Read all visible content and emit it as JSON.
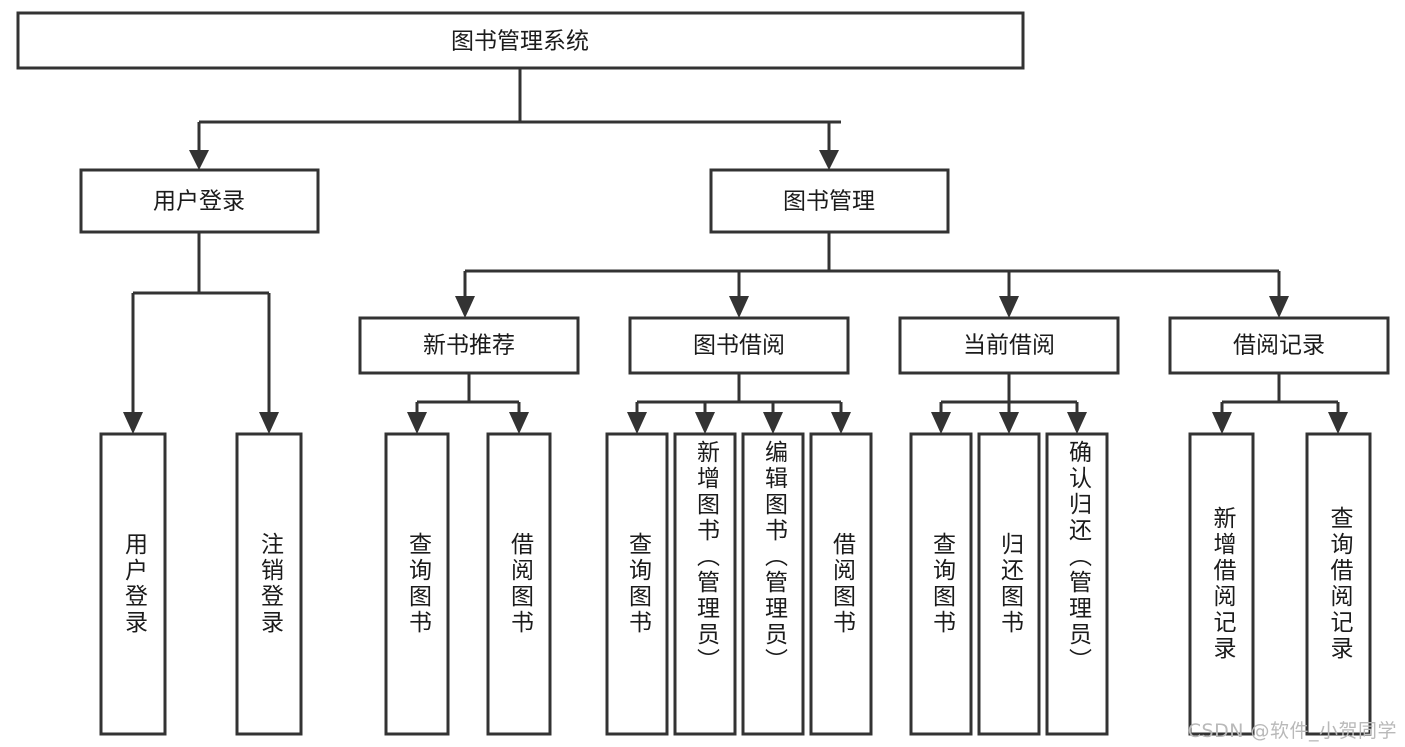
{
  "diagram": {
    "title": "图书管理系统",
    "type": "tree-hierarchy-chart",
    "watermark": "CSDN @软件_小贺同学",
    "root": {
      "id": "root",
      "label": "图书管理系统",
      "orientation": "horizontal"
    },
    "level2": [
      {
        "id": "user-login",
        "label": "用户登录",
        "orientation": "horizontal"
      },
      {
        "id": "book-manage",
        "label": "图书管理",
        "orientation": "horizontal"
      }
    ],
    "level3": [
      {
        "id": "new-book-recommend",
        "label": "新书推荐",
        "orientation": "horizontal",
        "parent": "book-manage"
      },
      {
        "id": "book-borrow",
        "label": "图书借阅",
        "orientation": "horizontal",
        "parent": "book-manage"
      },
      {
        "id": "current-borrow",
        "label": "当前借阅",
        "orientation": "horizontal",
        "parent": "book-manage"
      },
      {
        "id": "borrow-record",
        "label": "借阅记录",
        "orientation": "horizontal",
        "parent": "book-manage"
      }
    ],
    "leaves": [
      {
        "id": "leaf-user-login",
        "label": "用户登录",
        "orientation": "vertical",
        "parent": "user-login"
      },
      {
        "id": "leaf-user-logout",
        "label": "注销登录",
        "orientation": "vertical",
        "parent": "user-login"
      },
      {
        "id": "leaf-query-book-1",
        "label": "查询图书",
        "orientation": "vertical",
        "parent": "new-book-recommend"
      },
      {
        "id": "leaf-borrow-book-1",
        "label": "借阅图书",
        "orientation": "vertical",
        "parent": "new-book-recommend"
      },
      {
        "id": "leaf-query-book-2",
        "label": "查询图书",
        "orientation": "vertical",
        "parent": "book-borrow"
      },
      {
        "id": "leaf-add-book",
        "label": "新增图书（管理员）",
        "orientation": "vertical",
        "parent": "book-borrow"
      },
      {
        "id": "leaf-edit-book",
        "label": "编辑图书（管理员）",
        "orientation": "vertical",
        "parent": "book-borrow"
      },
      {
        "id": "leaf-borrow-book-2",
        "label": "借阅图书",
        "orientation": "vertical",
        "parent": "book-borrow"
      },
      {
        "id": "leaf-query-book-3",
        "label": "查询图书",
        "orientation": "vertical",
        "parent": "current-borrow"
      },
      {
        "id": "leaf-return-book",
        "label": "归还图书",
        "orientation": "vertical",
        "parent": "current-borrow"
      },
      {
        "id": "leaf-confirm-return",
        "label": "确认归还（管理员）",
        "orientation": "vertical",
        "parent": "current-borrow"
      },
      {
        "id": "leaf-add-record",
        "label": "新增借阅记录",
        "orientation": "vertical",
        "parent": "borrow-record"
      },
      {
        "id": "leaf-query-record",
        "label": "查询借阅记录",
        "orientation": "vertical",
        "parent": "borrow-record"
      }
    ],
    "colors": {
      "stroke": "#333333",
      "fill": "#ffffff",
      "text": "#1b1b1b",
      "watermark": "#b9b9b9",
      "background": "#ffffff"
    }
  }
}
